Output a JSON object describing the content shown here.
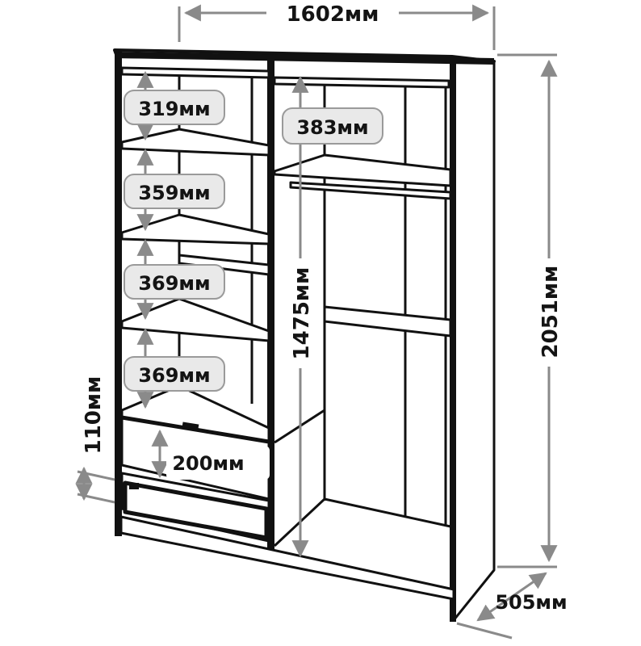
{
  "colors": {
    "outline": "#111111",
    "dimension_line": "#8a8a8a",
    "pill_fill": "#e9e9e9",
    "pill_stroke": "#9a9a9a",
    "text": "#141414"
  },
  "dimensions": {
    "overall_width": "1602мм",
    "overall_height": "2051мм",
    "depth": "505мм",
    "hanging_height": "1475мм",
    "drawer_width": "200мм",
    "plinth_height": "110мм"
  },
  "shelf_gaps": {
    "left_1": "319мм",
    "left_2": "359мм",
    "left_3": "369мм",
    "left_4": "369мм",
    "right_top": "383мм"
  }
}
